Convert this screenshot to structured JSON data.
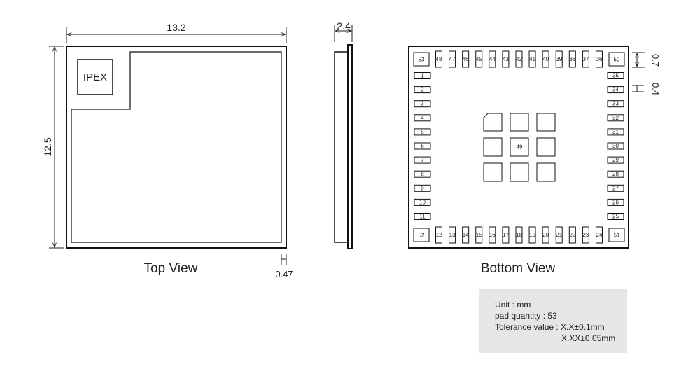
{
  "top_view": {
    "title": "Top View",
    "width_label": "13.2",
    "height_label": "12.5",
    "edge_label": "0.47",
    "ipex_label": "IPEX"
  },
  "side_view": {
    "thickness_label": "2.4"
  },
  "bottom_view": {
    "title": "Bottom View",
    "pad_height_label": "0.7",
    "pad_width_label": "0.4",
    "center_pad_label": "49",
    "corner_pads": {
      "top_left": "53",
      "top_right": "50",
      "bottom_left": "52",
      "bottom_right": "51"
    },
    "top_row": [
      "48",
      "47",
      "46",
      "45",
      "44",
      "43",
      "42",
      "41",
      "40",
      "39",
      "38",
      "37",
      "36"
    ],
    "bottom_row": [
      "12",
      "13",
      "14",
      "15",
      "16",
      "17",
      "18",
      "19",
      "20",
      "21",
      "22",
      "23",
      "24"
    ],
    "left_column": [
      "1",
      "2",
      "3",
      "4",
      "5",
      "6",
      "7",
      "8",
      "9",
      "10",
      "11"
    ],
    "right_column": [
      "35",
      "34",
      "33",
      "32",
      "31",
      "30",
      "29",
      "28",
      "27",
      "26",
      "25"
    ]
  },
  "notes": {
    "unit": "Unit : mm",
    "pad_quantity": "pad quantity : 53",
    "tolerance_1": "Tolerance value : X.X±0.1mm",
    "tolerance_2": "X.XX±0.05mm"
  }
}
